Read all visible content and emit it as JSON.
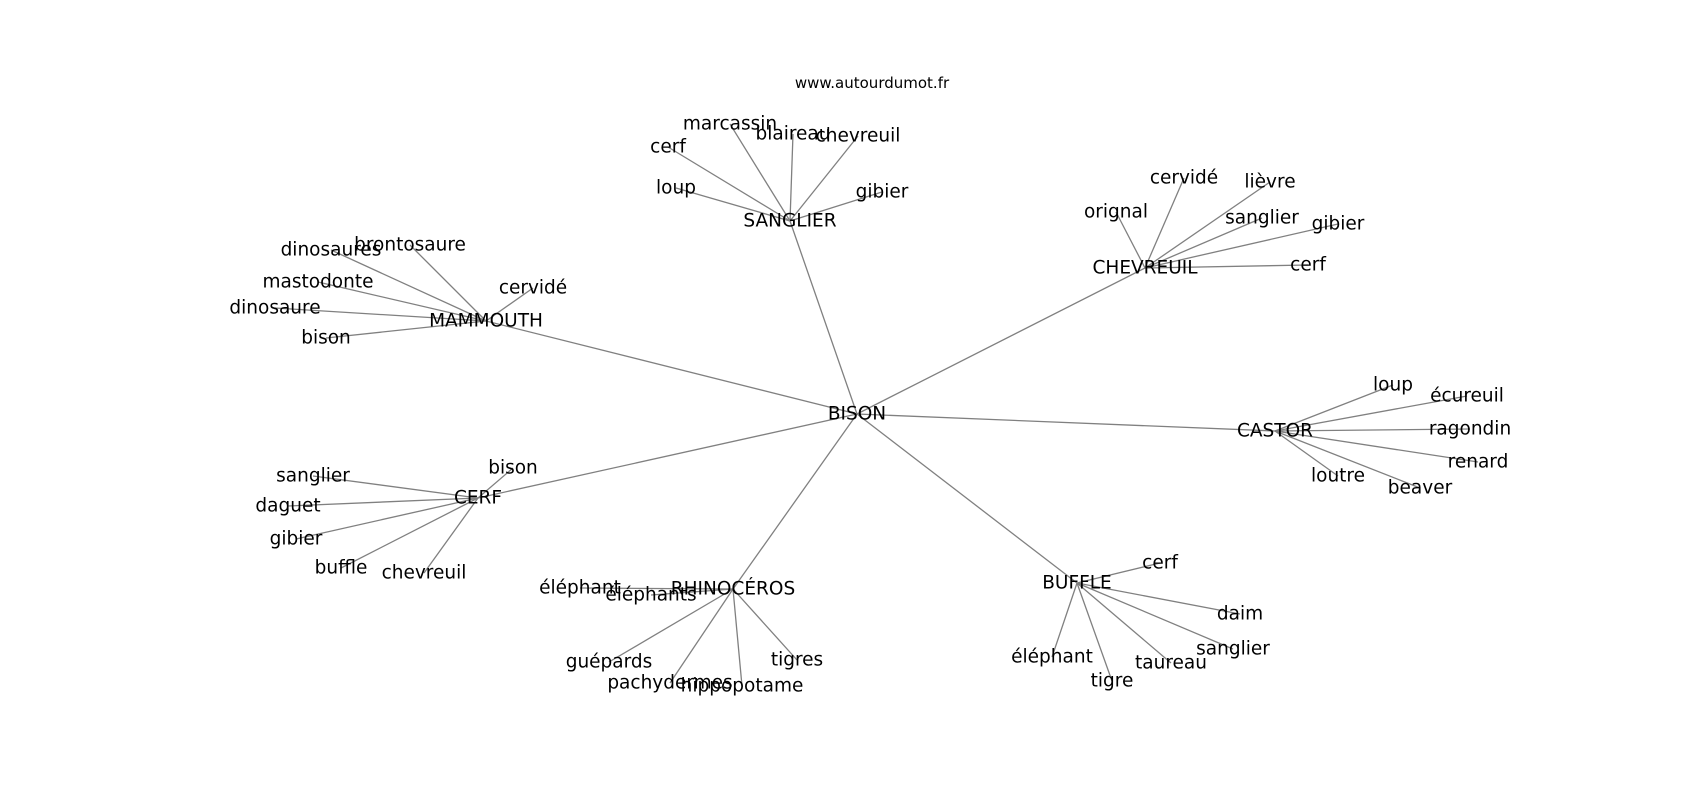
{
  "source": "www.autourdumot.fr",
  "edge_color": "#808080",
  "text_color": "#000000",
  "graph": {
    "center": "BISON",
    "hubs": [
      {
        "label": "SANGLIER",
        "leaves": [
          "cerf",
          "marcassin",
          "blaireau",
          "chevreuil",
          "loup",
          "gibier"
        ]
      },
      {
        "label": "CHEVREUIL",
        "leaves": [
          "orignal",
          "cervidé",
          "lièvre",
          "sanglier",
          "gibier",
          "cerf"
        ]
      },
      {
        "label": "MAMMOUTH",
        "leaves": [
          "dinosaures",
          "brontosaure",
          "mastodonte",
          "dinosaure",
          "bison",
          "cervidé"
        ]
      },
      {
        "label": "CASTOR",
        "leaves": [
          "loup",
          "écureuil",
          "ragondin",
          "renard",
          "loutre",
          "beaver"
        ]
      },
      {
        "label": "CERF",
        "leaves": [
          "bison",
          "sanglier",
          "daguet",
          "gibier",
          "buffle",
          "chevreuil"
        ]
      },
      {
        "label": "RHINOCÉROS",
        "leaves": [
          "éléphant",
          "éléphants",
          "guépards",
          "pachydermes",
          "hippopotame",
          "tigres"
        ]
      },
      {
        "label": "BUFFLE",
        "leaves": [
          "cerf",
          "daim",
          "sanglier",
          "taureau",
          "tigre",
          "éléphant"
        ]
      }
    ]
  }
}
